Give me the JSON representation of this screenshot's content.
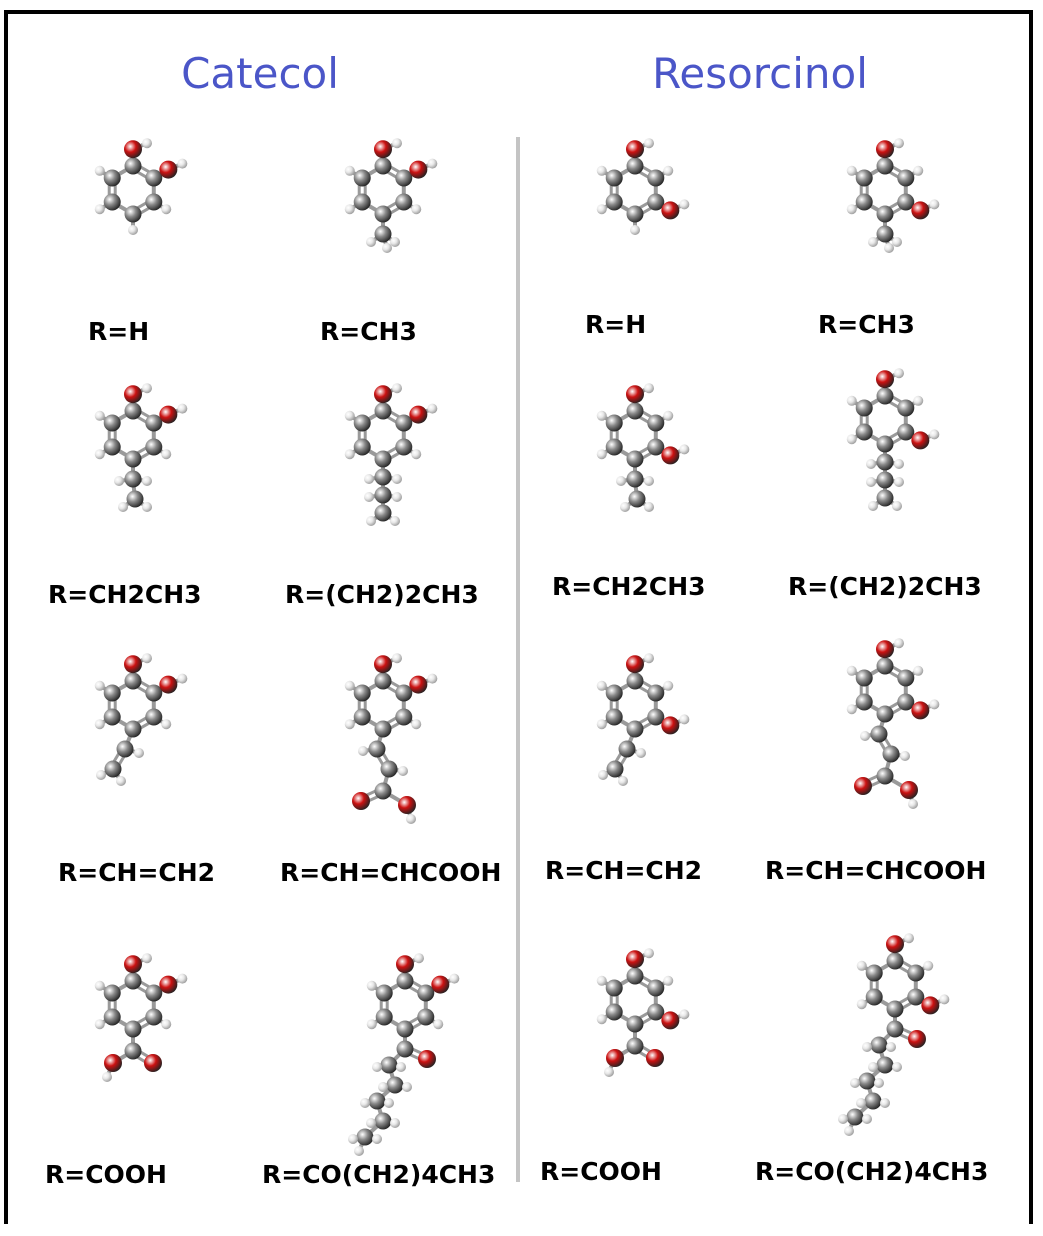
{
  "colors": {
    "title": "#4b56c8",
    "divider": "#c4c4c4",
    "oxygen": "#cc1111",
    "carbon": "#8a8a8a",
    "hydrogen": "#e8e8e8",
    "bond": "#9a9a9a"
  },
  "headings": {
    "catecol": "Catecol",
    "resorcinol": "Resorcinol"
  },
  "molecules": [
    {
      "group": "Catecol",
      "label": "R=H",
      "core": "catechol",
      "substituent": "H"
    },
    {
      "group": "Catecol",
      "label": "R=CH3",
      "core": "catechol",
      "substituent": "CH3"
    },
    {
      "group": "Catecol",
      "label": "R=CH2CH3",
      "core": "catechol",
      "substituent": "CH2CH3"
    },
    {
      "group": "Catecol",
      "label": "R=(CH2)2CH3",
      "core": "catechol",
      "substituent": "(CH2)2CH3"
    },
    {
      "group": "Catecol",
      "label": "R=CH=CH2",
      "core": "catechol",
      "substituent": "CH=CH2"
    },
    {
      "group": "Catecol",
      "label": "R=CH=CHCOOH",
      "core": "catechol",
      "substituent": "CH=CHCOOH"
    },
    {
      "group": "Catecol",
      "label": "R=COOH",
      "core": "catechol",
      "substituent": "COOH"
    },
    {
      "group": "Catecol",
      "label": "R=CO(CH2)4CH3",
      "core": "catechol",
      "substituent": "CO(CH2)4CH3"
    },
    {
      "group": "Resorcinol",
      "label": "R=H",
      "core": "resorcinol",
      "substituent": "H"
    },
    {
      "group": "Resorcinol",
      "label": "R=CH3",
      "core": "resorcinol",
      "substituent": "CH3"
    },
    {
      "group": "Resorcinol",
      "label": "R=CH2CH3",
      "core": "resorcinol",
      "substituent": "CH2CH3"
    },
    {
      "group": "Resorcinol",
      "label": "R=(CH2)2CH3",
      "core": "resorcinol",
      "substituent": "(CH2)2CH3"
    },
    {
      "group": "Resorcinol",
      "label": "R=CH=CH2",
      "core": "resorcinol",
      "substituent": "CH=CH2"
    },
    {
      "group": "Resorcinol",
      "label": "R=CH=CHCOOH",
      "core": "resorcinol",
      "substituent": "CH=CHCOOH"
    },
    {
      "group": "Resorcinol",
      "label": "R=COOH",
      "core": "resorcinol",
      "substituent": "COOH"
    },
    {
      "group": "Resorcinol",
      "label": "R=CO(CH2)4CH3",
      "core": "resorcinol",
      "substituent": "CO(CH2)4CH3"
    }
  ]
}
